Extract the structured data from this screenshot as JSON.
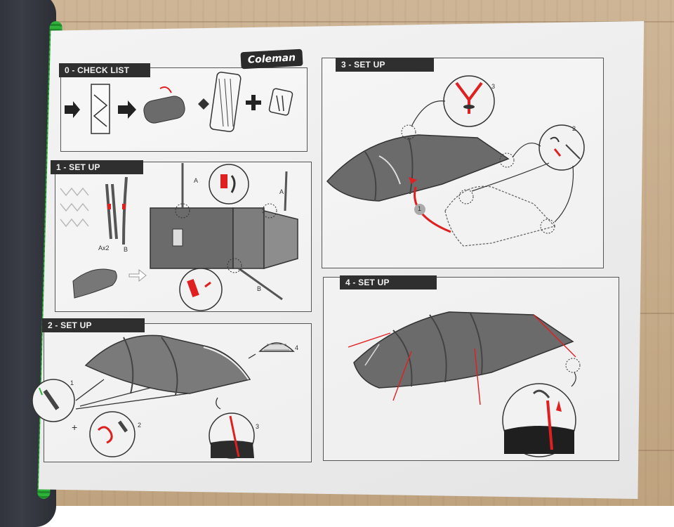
{
  "brand": {
    "name": "Coleman"
  },
  "sections": [
    {
      "id": "check-list",
      "label": "0 - CHECK LIST"
    },
    {
      "id": "setup-1",
      "label": "1 - SET UP"
    },
    {
      "id": "setup-2",
      "label": "2 - SET UP"
    },
    {
      "id": "setup-3",
      "label": "3 - SET UP"
    },
    {
      "id": "setup-4",
      "label": "4 - SET UP"
    }
  ],
  "callouts": {
    "pole_a": "A",
    "pole_b": "B",
    "pole_count": "Ax2",
    "step_1": "1",
    "step_2": "2",
    "step_3": "3",
    "step_4": "4",
    "plus": "+"
  },
  "colors": {
    "accent_red": "#e02020",
    "tent_grey": "#6b6b6b",
    "label_bg": "#2f2f2f",
    "zipper_green": "#2fb23a"
  }
}
